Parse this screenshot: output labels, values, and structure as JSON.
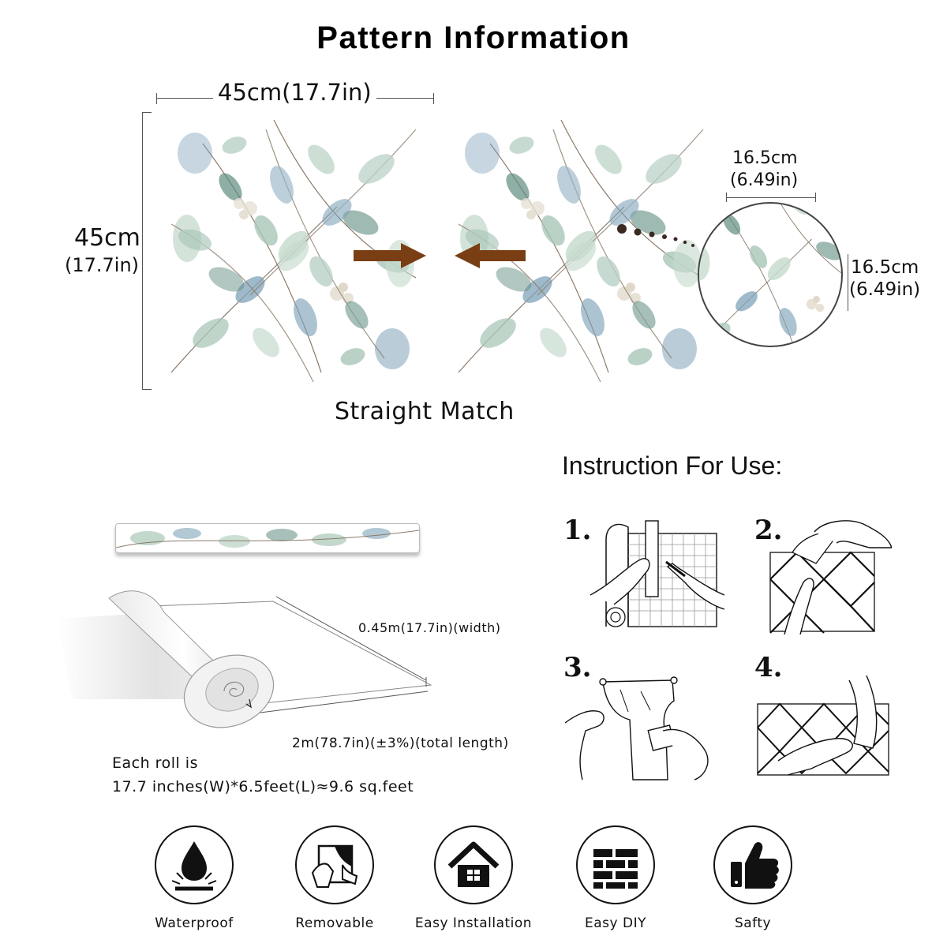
{
  "title": "Pattern Information",
  "pattern": {
    "width_label": "45cm(17.7in)",
    "height_label_cm": "45cm",
    "height_label_in": "(17.7in)",
    "circle_width_cm": "16.5cm",
    "circle_width_in": "(6.49in)",
    "circle_height_cm": "16.5cm",
    "circle_height_in": "(6.49in)",
    "match_caption": "Straight Match"
  },
  "instructions": {
    "title": "Instruction For Use:",
    "steps": [
      "1.",
      "2.",
      "3.",
      "4."
    ]
  },
  "roll": {
    "width_label": "0.45m(17.7in)(width)",
    "length_label": "2m(78.7in)(±3%)(total length)",
    "each_roll_line1": "Each roll is",
    "each_roll_line2": "17.7 inches(W)*6.5feet(L)≈9.6 sq.feet"
  },
  "features": [
    {
      "label": "Waterproof",
      "icon": "water-drop-icon"
    },
    {
      "label": "Removable",
      "icon": "peel-hand-icon"
    },
    {
      "label": "Easy Installation",
      "icon": "house-icon"
    },
    {
      "label": "Easy DIY",
      "icon": "brick-wall-icon"
    },
    {
      "label": "Safty",
      "icon": "thumbs-up-icon"
    }
  ],
  "colors": {
    "arrow": "#7a3e14",
    "leaf_light": "#a9c7b8",
    "leaf_blue": "#7fa3b8",
    "leaf_dark": "#5f8c80",
    "stem": "#8a7a6a"
  }
}
